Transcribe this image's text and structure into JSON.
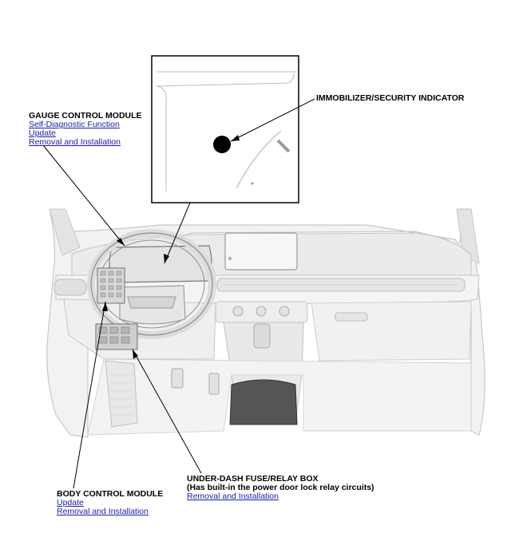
{
  "callouts": {
    "immobilizer": {
      "title": "IMMOBILIZER/SECURITY INDICATOR"
    },
    "gauge": {
      "title": "GAUGE CONTROL MODULE",
      "links": [
        "Self-Diagnostic Function",
        "Update",
        "Removal and Installation"
      ]
    },
    "fuse_box": {
      "title": "UNDER-DASH FUSE/RELAY BOX",
      "subtitle": "(Has built-in the power door lock relay circuits)",
      "links": [
        "Removal and Installation"
      ]
    },
    "body": {
      "title": "BODY CONTROL MODULE",
      "links": [
        "Update",
        "Removal and Installation"
      ]
    }
  },
  "colors": {
    "link": "#1a1aa8",
    "line": "#000000",
    "art": "#cfcfcf"
  }
}
